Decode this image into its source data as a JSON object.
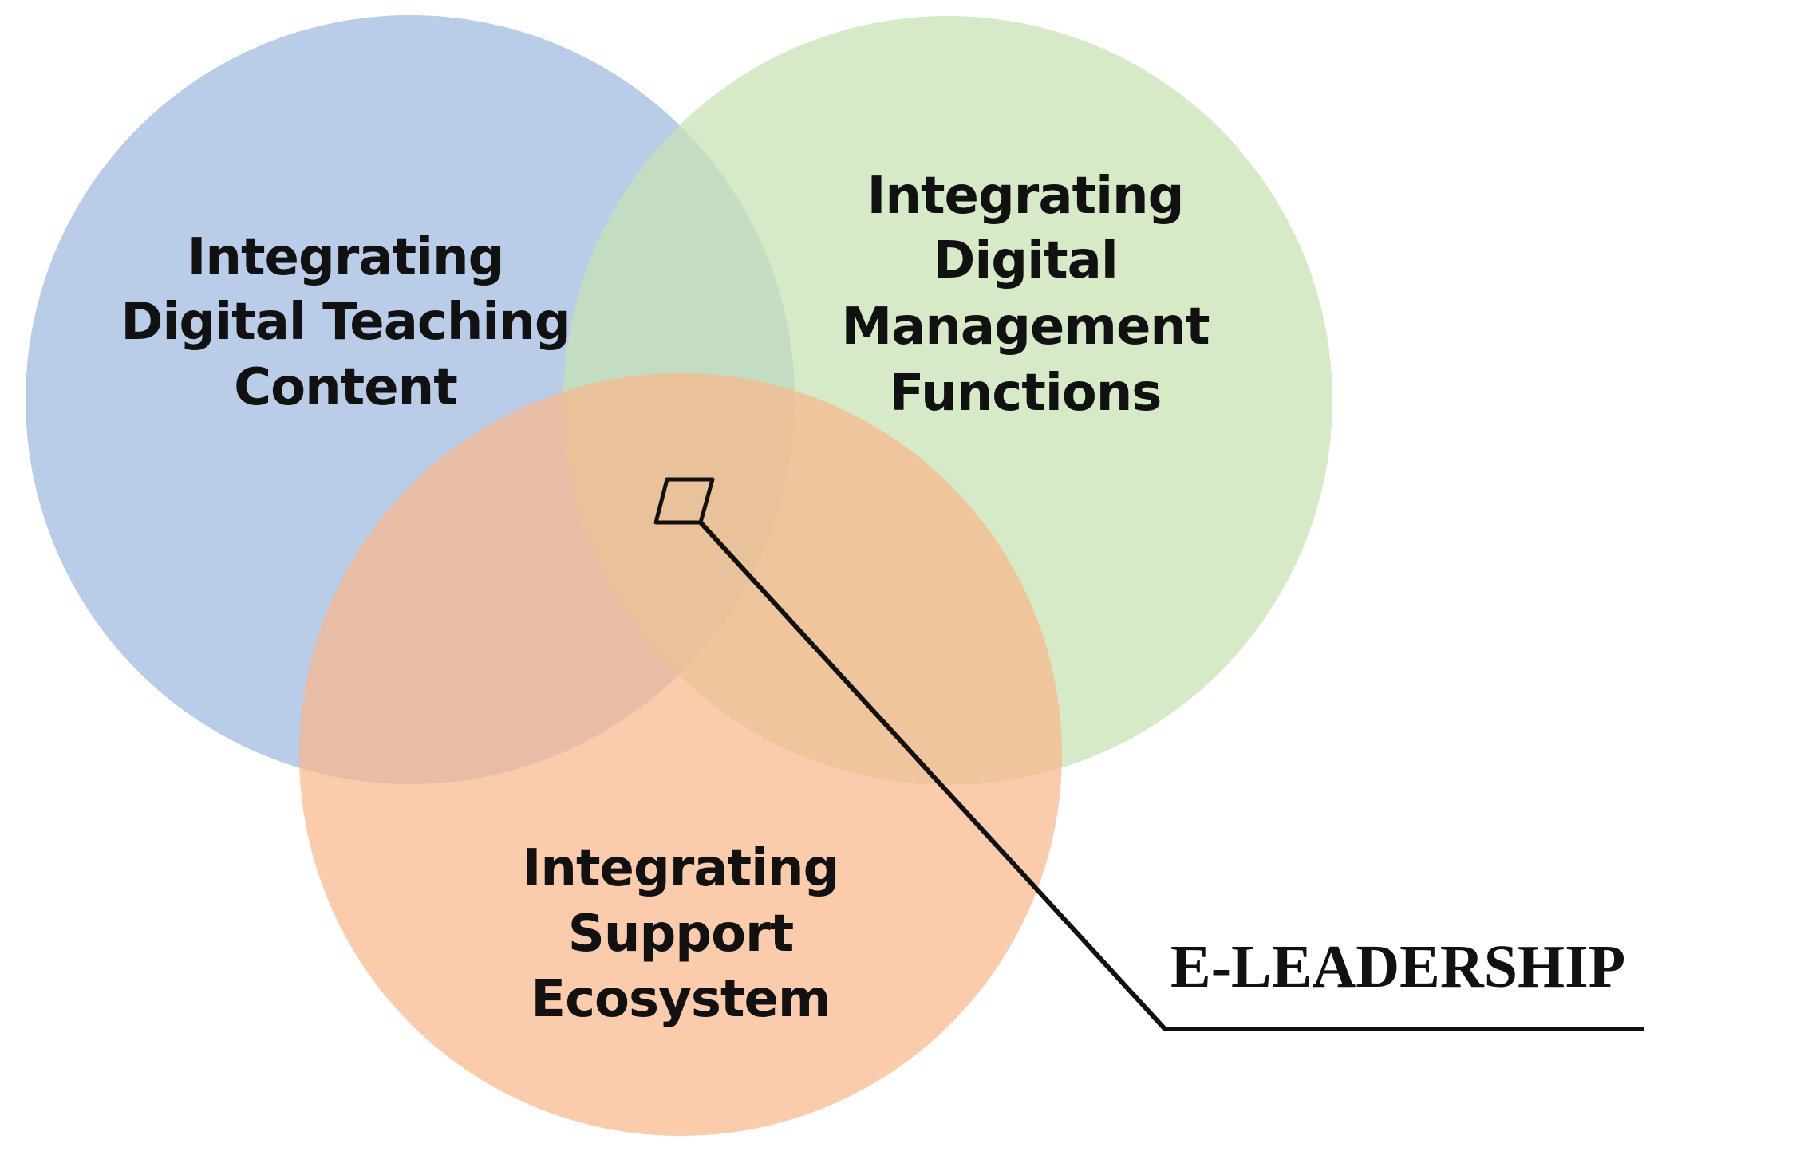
{
  "circles": [
    {
      "id": "teaching",
      "label_lines": [
        "Integrating",
        "Digital Teaching",
        "Content"
      ],
      "color": "#a9c1e3"
    },
    {
      "id": "management",
      "label_lines": [
        "Integrating",
        "Digital",
        "Management",
        "Functions"
      ],
      "color": "#c6e2b3"
    },
    {
      "id": "support",
      "label_lines": [
        "Integrating",
        "Support",
        "Ecosystem"
      ],
      "color": "#f8b88a"
    }
  ],
  "callout": {
    "label": "E-LEADERSHIP",
    "line_color": "#111111"
  }
}
